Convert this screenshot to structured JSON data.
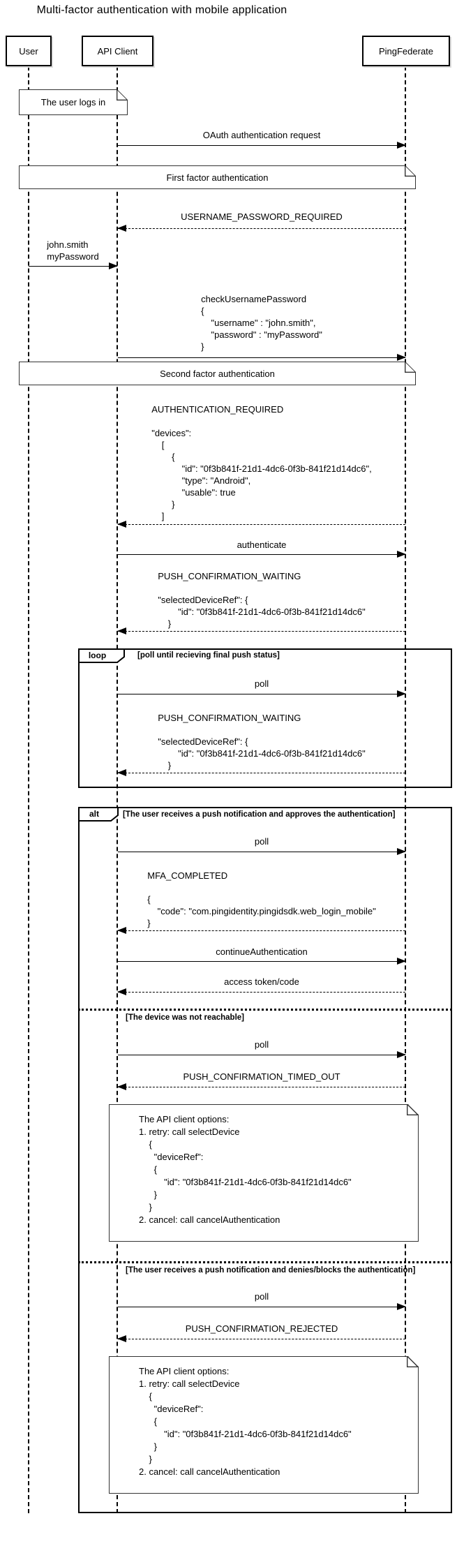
{
  "diagram": {
    "title": "Multi-factor authentication with mobile application"
  },
  "participants": [
    {
      "name": "User"
    },
    {
      "name": "API Client"
    },
    {
      "name": "PingFederate"
    }
  ],
  "notes": {
    "user_logs_in": "The user logs in",
    "first_factor": "First factor authentication",
    "second_factor": "Second factor authentication",
    "api_client_options": "The API client options:\n1. retry: call selectDevice\n    {\n      \"deviceRef\":\n      {\n          \"id\": \"0f3b841f-21d1-4dc6-0f3b-841f21d14dc6\"\n      }\n    }\n2. cancel: call cancelAuthentication"
  },
  "messages": {
    "oauth": "OAuth authentication request",
    "username_password_required": "USERNAME_PASSWORD_REQUIRED",
    "login_credentials": "john.smith\nmyPassword",
    "check_username_password": "checkUsernamePassword\n{\n    \"username\" : \"john.smith\",\n    \"password\" : \"myPassword\"\n}",
    "authentication_required": "AUTHENTICATION_REQUIRED\n\n\"devices\":\n    [\n        {\n            \"id\": \"0f3b841f-21d1-4dc6-0f3b-841f21d14dc6\",\n            \"type\": \"Android\",\n            \"usable\": true\n        }\n    ]",
    "authenticate": "authenticate",
    "push_confirmation_waiting": "PUSH_CONFIRMATION_WAITING\n\n\"selectedDeviceRef\": {\n        \"id\": \"0f3b841f-21d1-4dc6-0f3b-841f21d14dc6\"\n    }",
    "poll": "poll",
    "mfa_completed": "MFA_COMPLETED\n\n{\n    \"code\": \"com.pingidentity.pingidsdk.web_login_mobile\"\n}",
    "continue_authentication": "continueAuthentication",
    "access_token": "access token/code",
    "push_confirmation_timed_out": "PUSH_CONFIRMATION_TIMED_OUT",
    "push_confirmation_rejected": "PUSH_CONFIRMATION_REJECTED"
  },
  "fragments": {
    "loop": {
      "operator": "loop",
      "guard": "[poll until recieving final push status]"
    },
    "alt": {
      "operator": "alt",
      "guard_approved": "[The user receives a push notification and approves the authentication]",
      "guard_not_reachable": "[The device was not reachable]",
      "guard_denied": "[The user receives a push notification and denies/blocks the authentication]"
    }
  },
  "colors": {
    "line": "#000000",
    "background": "#ffffff",
    "note_shadow": "#aaaaaa"
  }
}
